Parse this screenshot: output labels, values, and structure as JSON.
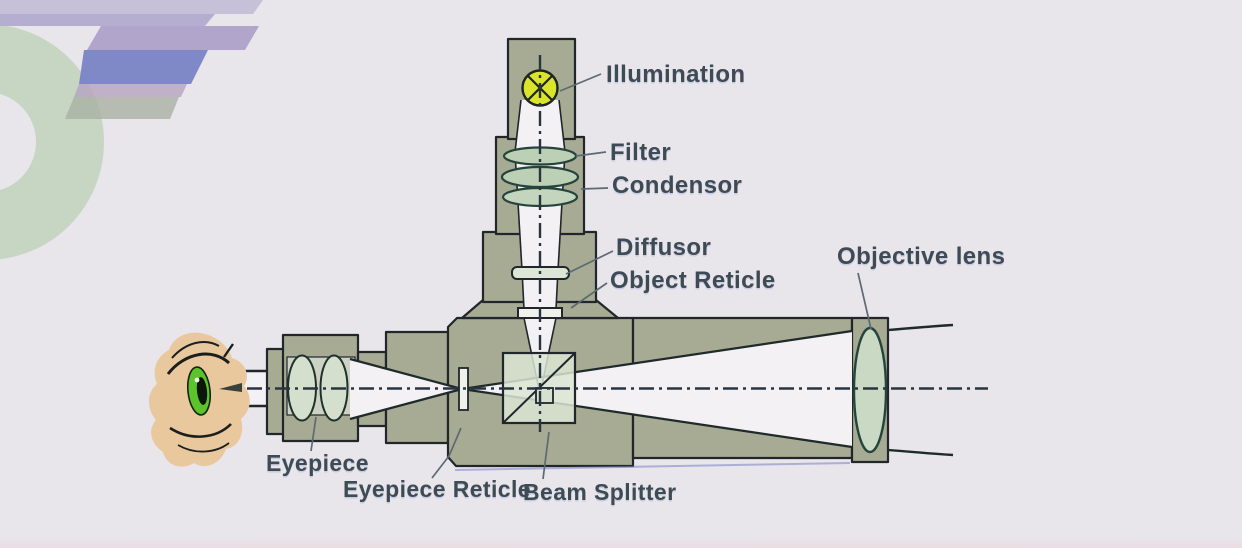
{
  "labels": {
    "illumination": "Illumination",
    "filter": "Filter",
    "condensor": "Condensor",
    "diffusor": "Diffusor",
    "object_reticle": "Object Reticle",
    "objective_lens": "Objective lens",
    "eyepiece": "Eyepiece",
    "eyepiece_reticle": "Eyepiece Reticle",
    "beam_splitter": "Beam Splitter"
  },
  "colors": {
    "background": "#e8e5eb",
    "housing_olive": "#a7ab93",
    "outline": "#20262a",
    "light_cone_white": "#f3f1f4",
    "lamp_yellow": "#d9e42a",
    "lens_glass_green": "#cdddc6",
    "beam_splitter_fill": "#dbe5d3",
    "label_text": "#3e4a54",
    "iris_green": "#5cc32c",
    "skin_tan": "#e9c89e",
    "accent_blue": "#7a84c6",
    "accent_purple": "#ab9fc8",
    "ring_pale_green": "#c6d6c3"
  }
}
